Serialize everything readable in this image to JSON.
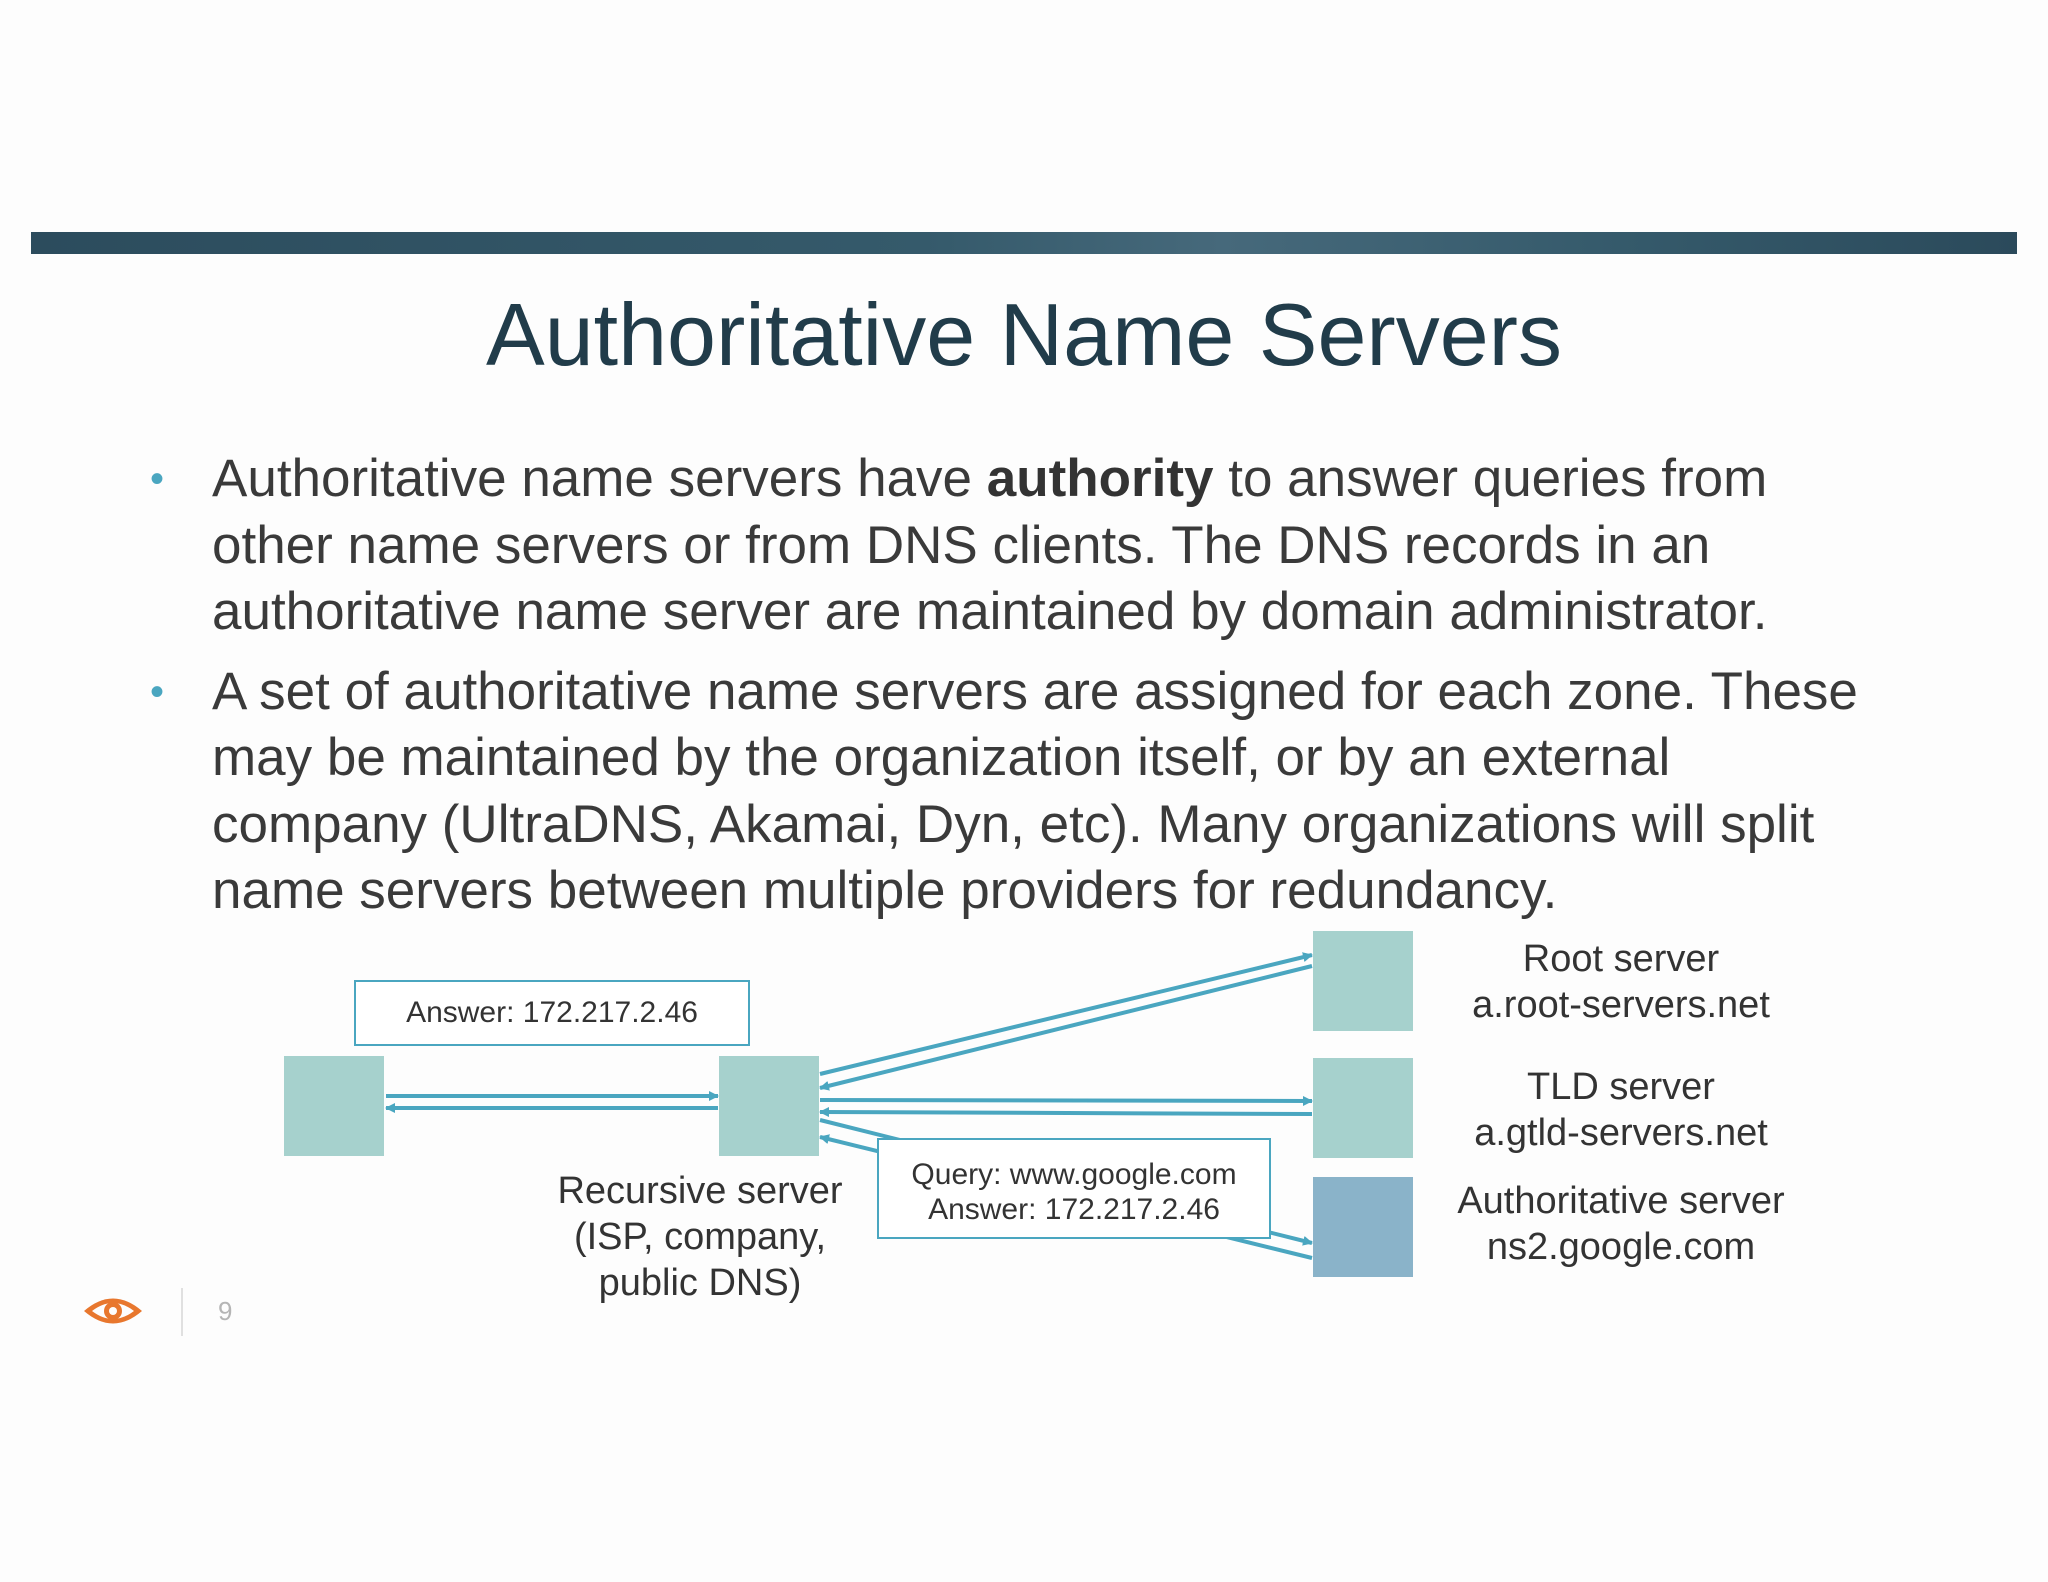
{
  "slide": {
    "title": "Authoritative Name Servers",
    "page_number": "9",
    "accent_color": "#4aa6c0",
    "band_color": "#2c4c5d",
    "title_color": "#213c4a"
  },
  "bullets": [
    {
      "pre": "Authoritative name servers have ",
      "bold": "authority",
      "post": " to answer queries from",
      "line2": "other name servers or from DNS clients. The DNS records in an",
      "line3": "authoritative name server are maintained by domain administrator."
    },
    {
      "line1": "A set of authoritative name servers are assigned for each zone. These",
      "line2": "may be maintained by the organization itself, or by an external",
      "line3": "company (UltraDNS, Akamai, Dyn, etc). Many organizations will split",
      "line4": "name servers between multiple providers for redundancy."
    }
  ],
  "diagram": {
    "answer_box": "Answer: 172.217.2.46",
    "query_box_line1": "Query: www.google.com",
    "query_box_line2": "Answer: 172.217.2.46",
    "recursive_label_line1": "Recursive server",
    "recursive_label_line2": "(ISP, company,",
    "recursive_label_line3": "public DNS)",
    "root_label_line1": "Root server",
    "root_label_line2": "a.root-servers.net",
    "tld_label_line1": "TLD server",
    "tld_label_line2": "a.gtld-servers.net",
    "auth_label_line1": "Authoritative server",
    "auth_label_line2": "ns2.google.com",
    "node_color": "#a6d1cd",
    "auth_node_color": "#8ab3c9",
    "arrow_color": "#4aa6c0"
  }
}
